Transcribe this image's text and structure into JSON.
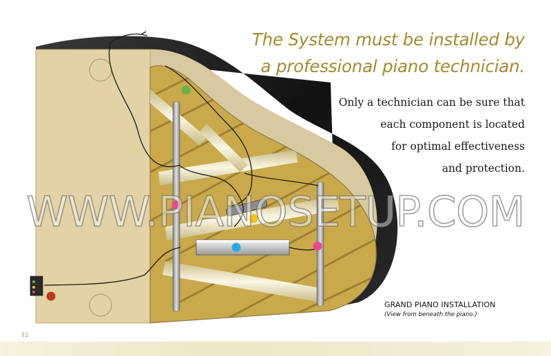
{
  "headline": {
    "line1": "The System must be installed by",
    "line2": "a professional piano technician."
  },
  "body": {
    "line1": "Only a technician can be sure that",
    "line2": "each component is located",
    "line3": "for optimal effectiveness",
    "line4": "and protection."
  },
  "watermark": "WWW.PIANOSETUP.COM",
  "caption": {
    "title": "GRAND PIANO INSTALLATION",
    "subtitle": "(View from beneath the piano.)"
  },
  "page_number": "12",
  "colors": {
    "accent_gold": "#a58a2c",
    "case_black": "#1c1c1c",
    "rim_tan": "#d9c9a0",
    "beam_cream": "#f2ebc8",
    "component_markers": [
      "#6ab04c",
      "#e8488e",
      "#f2c21b",
      "#29a9e1",
      "#e8488e",
      "#b83a22"
    ]
  }
}
